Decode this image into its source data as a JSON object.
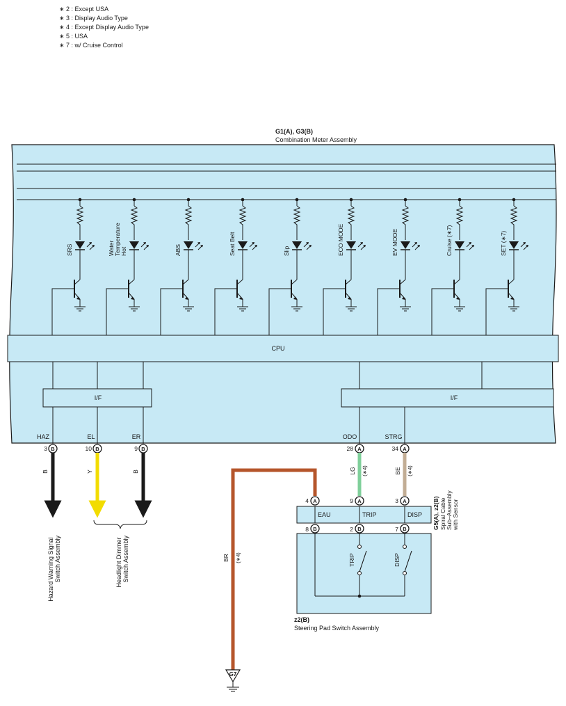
{
  "notes": [
    "∗ 2 : Except USA",
    "∗ 3 : Display Audio Type",
    "∗ 4 : Except Display Audio Type",
    "∗ 5 : USA",
    "∗ 7 : w/ Cruise Control"
  ],
  "meter": {
    "code": "G1(A), G3(B)",
    "name": "Combination Meter Assembly",
    "cpu": "CPU",
    "if_label": "I/F",
    "indicators": [
      {
        "lines": [
          "SRS"
        ]
      },
      {
        "lines": [
          "Water",
          "Temperature",
          "Hot"
        ]
      },
      {
        "lines": [
          "ABS"
        ]
      },
      {
        "lines": [
          "Seat Belt"
        ]
      },
      {
        "lines": [
          "Slip"
        ]
      },
      {
        "lines": [
          "ECO MODE"
        ]
      },
      {
        "lines": [
          "EV MODE"
        ]
      },
      {
        "lines": [
          "Cruise (∗7)"
        ]
      },
      {
        "lines": [
          "SET (∗7)"
        ]
      }
    ],
    "terminals": [
      {
        "label": "HAZ",
        "pin": "3",
        "conn": "B"
      },
      {
        "label": "EL",
        "pin": "10",
        "conn": "B"
      },
      {
        "label": "ER",
        "pin": "9",
        "conn": "B"
      },
      {
        "label": "ODO",
        "pin": "28",
        "conn": "A"
      },
      {
        "label": "STRG",
        "pin": "34",
        "conn": "A"
      }
    ]
  },
  "wires": {
    "haz": {
      "color": "B",
      "hex": "#1a1a1a"
    },
    "el": {
      "color": "Y",
      "hex": "#f2dc00"
    },
    "er": {
      "color": "B",
      "hex": "#1a1a1a"
    },
    "odo": {
      "color": "LG",
      "note": "(∗4)",
      "hex": "#7fcf9a"
    },
    "strg": {
      "color": "BE",
      "note": "(∗4)",
      "hex": "#c2ad95"
    },
    "br": {
      "color": "BR",
      "note": "(∗4)",
      "hex": "#b5552b"
    }
  },
  "destinations": {
    "hazard": [
      "Hazard Warning Signal",
      "Switch Assembly"
    ],
    "dimmer": [
      "Headlight Dimmer",
      "Switch Assembly"
    ]
  },
  "spiral": {
    "code": "G5(A), z2(B)",
    "name_lines": [
      "Spiral Cable",
      "Sub–Assembly",
      "with Sensor"
    ],
    "top_pins": [
      {
        "pin": "4",
        "conn": "A"
      },
      {
        "pin": "9",
        "conn": "A"
      },
      {
        "pin": "3",
        "conn": "A"
      }
    ],
    "labels": [
      "EAU",
      "TRIP",
      "DISP"
    ],
    "bottom_pins": [
      {
        "pin": "8",
        "conn": "B"
      },
      {
        "pin": "2",
        "conn": "B"
      },
      {
        "pin": "7",
        "conn": "B"
      }
    ]
  },
  "steering": {
    "code": "z2(B)",
    "name": "Steering Pad Switch Assembly",
    "switches": [
      "TRIP",
      "DISP"
    ]
  },
  "ground": {
    "label": "G7"
  },
  "colors": {
    "panel_fill": "#c7e9f5",
    "outline": "#1a1a1a"
  }
}
